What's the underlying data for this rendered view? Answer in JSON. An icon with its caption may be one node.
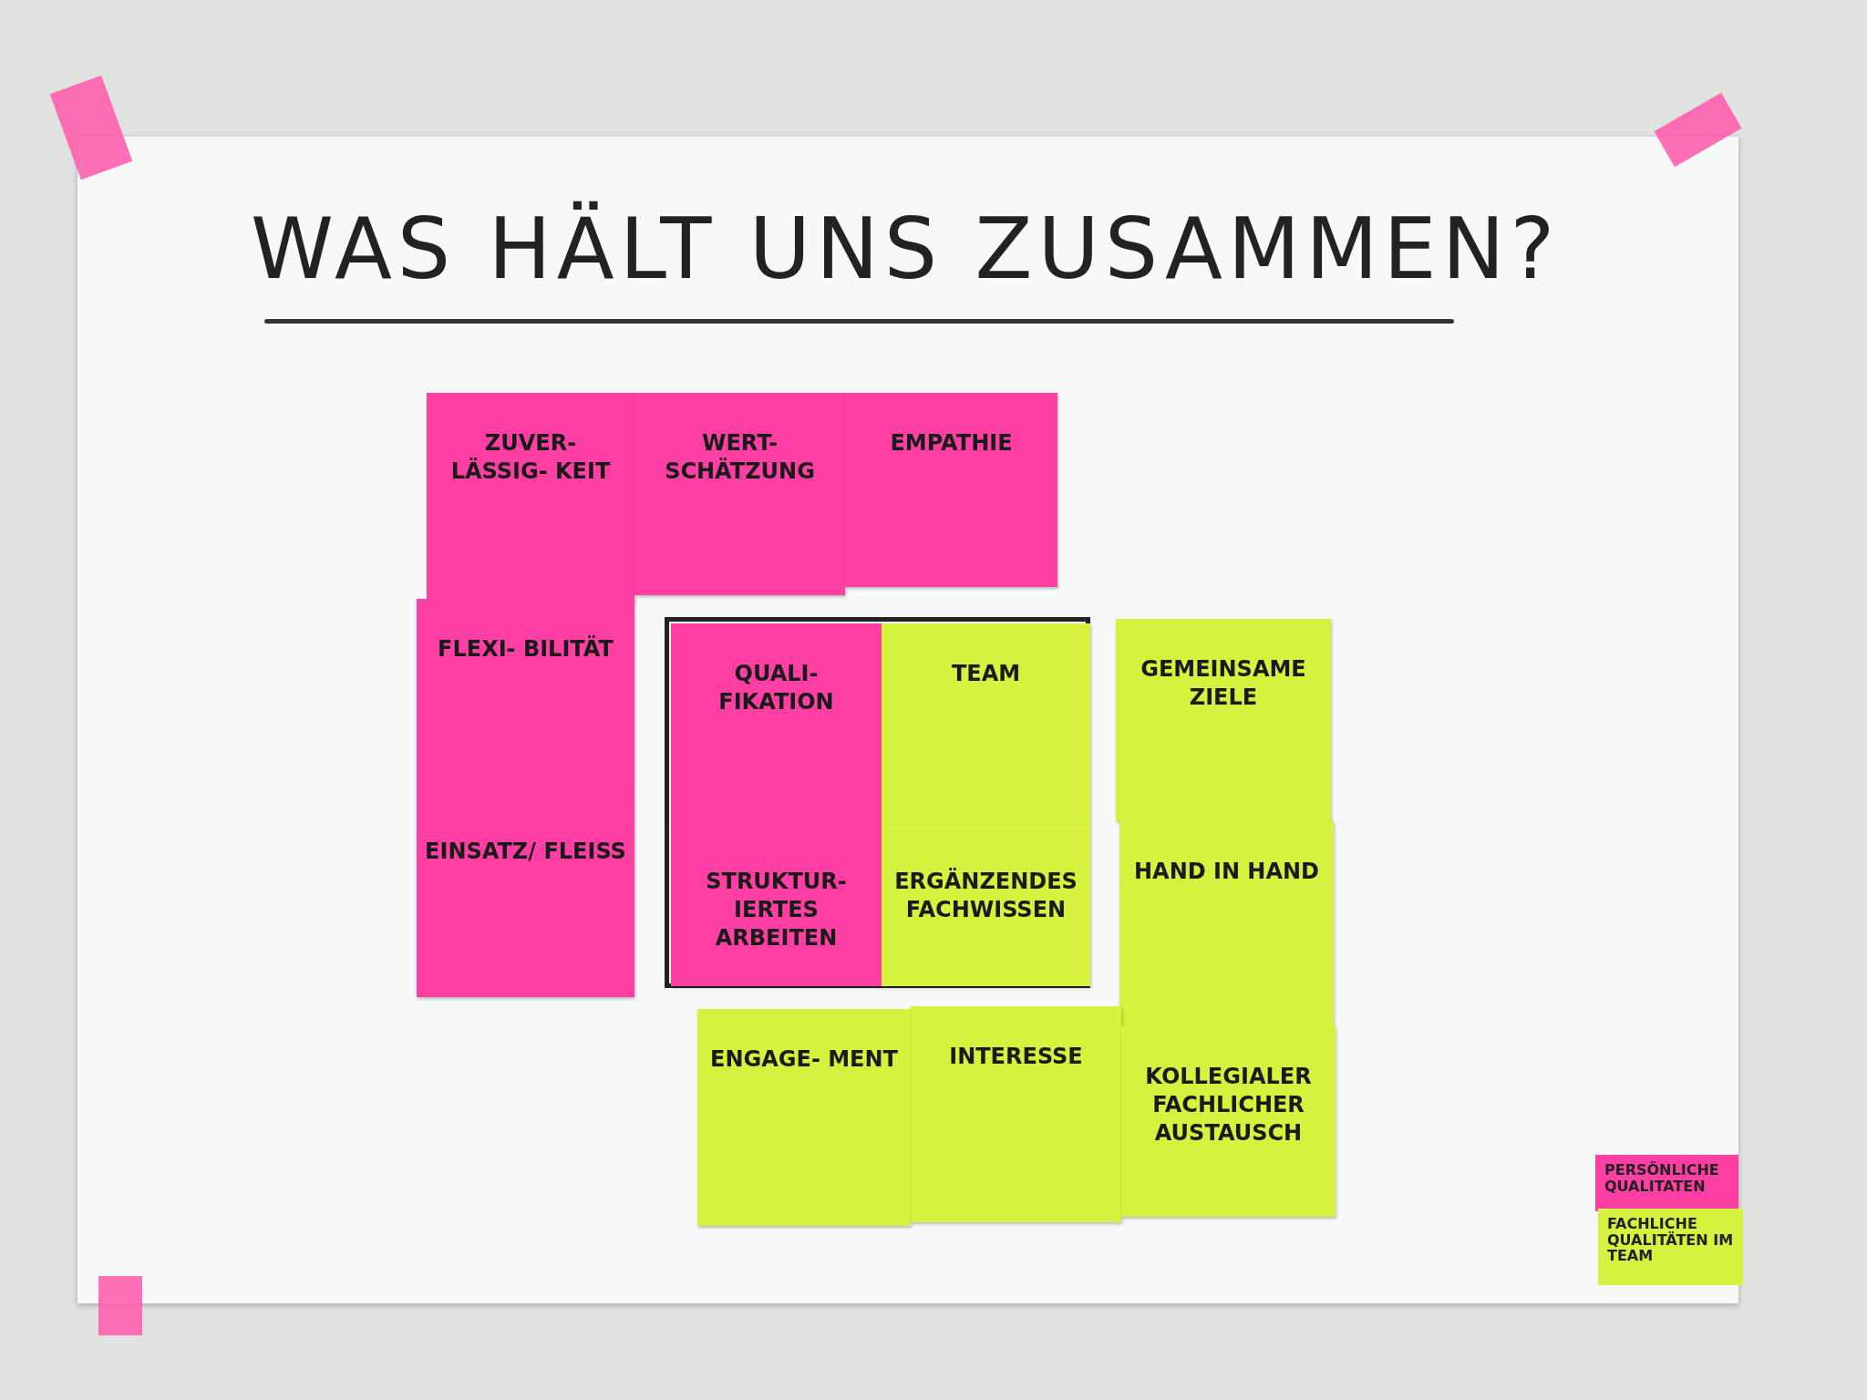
{
  "diagram": {
    "title": "WAS HÄLT UNS ZUSAMMEN?",
    "nodes": [
      {
        "text": [
          "ZUVER- LÄSSIG- KEIT"
        ]
      },
      {
        "text": [
          "WERT- SCHÄTZUNG"
        ]
      },
      {
        "text": [
          "EMPATHIE"
        ]
      },
      {
        "text": [
          "FLEXI- BILITÄT"
        ]
      },
      {
        "text": [],
        "shape": "box"
      },
      {
        "text": [
          "QUALI- FIKATION"
        ],
        "in": 4
      },
      {
        "text": [
          "TEAM"
        ],
        "in": 4
      },
      {
        "text": [
          "GEMEINSAME ZIELE"
        ]
      },
      {
        "text": [
          "STRUKTUR- IERTES ARBEITEN"
        ],
        "in": 4
      },
      {
        "text": [
          "ERGÄNZENDES FACHWISSEN"
        ],
        "in": 4
      },
      {
        "text": [
          "HAND IN HAND"
        ]
      },
      {
        "text": [
          "EINSATZ/ FLEISS"
        ]
      },
      {
        "text": [
          "ENGAGE- MENT"
        ]
      },
      {
        "text": [
          "INTERESSE"
        ]
      },
      {
        "text": [
          "KOLLEGIALER FACHLICHER AUSTAUSCH"
        ]
      }
    ],
    "legend": [
      {
        "text": "PERSÖNLICHE QUALITATEN",
        "color": "#ff3fa4"
      },
      {
        "text": "FACHLICHE QUALITÄTEN IM TEAM",
        "color": "#d6f23f"
      }
    ]
  }
}
